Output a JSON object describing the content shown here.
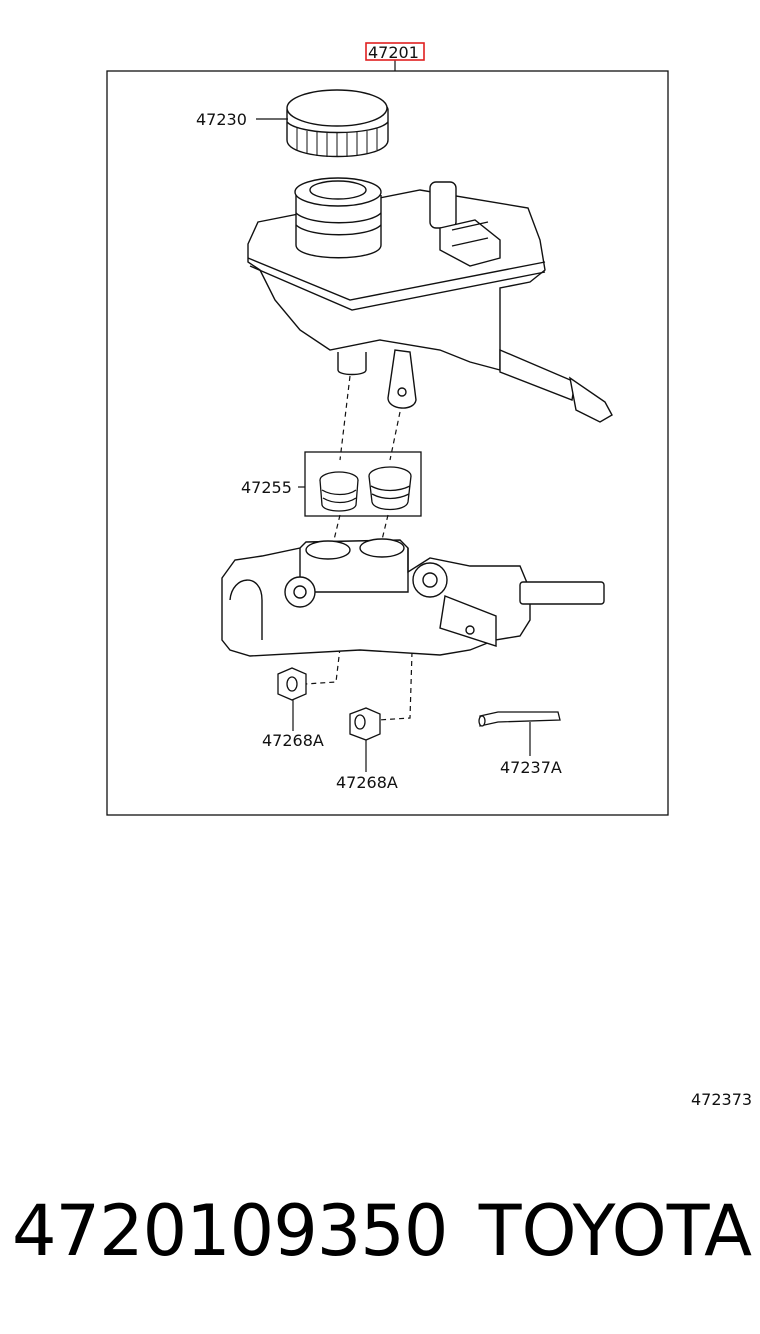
{
  "diagram": {
    "assembly_label": "47201",
    "callouts": {
      "cap": "47230",
      "grommets": "47255",
      "nut_left": "47268A",
      "nut_center": "47268A",
      "pin": "47237A"
    },
    "code": "472373"
  },
  "footer": {
    "part_number": "4720109350",
    "brand": "TOYOTA"
  },
  "colors": {
    "line": "#111111",
    "highlight_box": "#e02020"
  }
}
